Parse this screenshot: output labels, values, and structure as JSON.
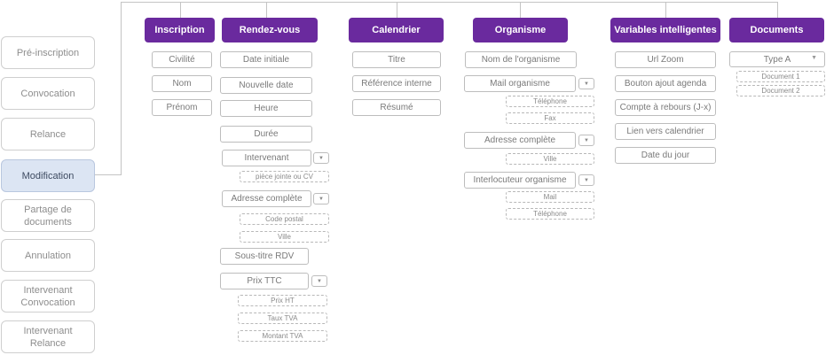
{
  "sidebar": {
    "items": [
      {
        "label": "Pré-inscription"
      },
      {
        "label": "Convocation"
      },
      {
        "label": "Relance"
      },
      {
        "label": "Modification"
      },
      {
        "label": "Partage de documents"
      },
      {
        "label": "Annulation"
      },
      {
        "label": "Intervenant Convocation"
      },
      {
        "label": "Intervenant Relance"
      }
    ]
  },
  "columns": {
    "inscription": {
      "title": "Inscription",
      "fields": [
        "Civilité",
        "Nom",
        "Prénom"
      ]
    },
    "rendezvous": {
      "title": "Rendez-vous",
      "fields": [
        "Date initiale",
        "Nouvelle date",
        "Heure",
        "Durée",
        "Intervenant",
        "Adresse complète",
        "Sous-titre RDV",
        "Prix TTC"
      ],
      "intervenant_sub": [
        "pièce jointe ou CV"
      ],
      "adresse_sub": [
        "Code postal",
        "Ville"
      ],
      "prix_sub": [
        "Prix HT",
        "Taux TVA",
        "Montant TVA"
      ]
    },
    "calendrier": {
      "title": "Calendrier",
      "fields": [
        "Titre",
        "Référence interne",
        "Résumé"
      ]
    },
    "organisme": {
      "title": "Organisme",
      "fields": [
        "Nom de l'organisme",
        "Mail organisme",
        "Adresse complète",
        "Interlocuteur organisme"
      ],
      "mail_sub": [
        "Téléphone",
        "Fax"
      ],
      "adresse_sub": [
        "Ville"
      ],
      "interlocuteur_sub": [
        "Mail",
        "Téléphone"
      ]
    },
    "variables": {
      "title": "Variables intelligentes",
      "fields": [
        "Url Zoom",
        "Bouton ajout agenda",
        "Compte à rebours (J-x)",
        "Lien vers calendrier",
        "Date du jour"
      ]
    },
    "documents": {
      "title": "Documents",
      "select_value": "Type A",
      "sub": [
        "Document 1",
        "Document 2"
      ]
    }
  },
  "dropdown_glyph": "▼",
  "colors": {
    "header_bg": "#6a2a9e",
    "active_bg": "#dce5f3"
  }
}
